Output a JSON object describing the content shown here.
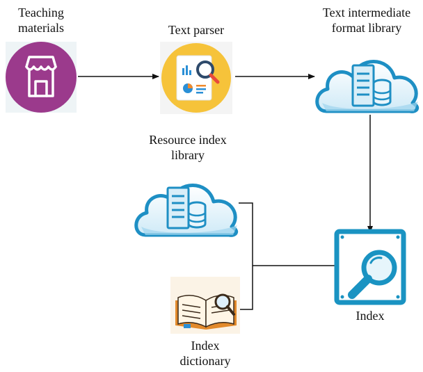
{
  "nodes": {
    "teaching_materials": {
      "line1": "Teaching",
      "line2": "materials",
      "icon": "storefront-icon",
      "color": "#9b3a8c"
    },
    "text_parser": {
      "line1": "Text parser",
      "icon": "document-search-icon",
      "color": "#f6c33a"
    },
    "text_intermediate_library": {
      "line1": "Text intermediate",
      "line2": "format library",
      "icon": "cloud-database-icon",
      "color": "#1e8fc4"
    },
    "resource_index_library": {
      "line1": "Resource index",
      "line2": "library",
      "icon": "cloud-database-icon",
      "color": "#1e8fc4"
    },
    "index": {
      "line1": "Index",
      "icon": "index-search-icon",
      "color": "#1a93c2"
    },
    "index_dictionary": {
      "line1": "Index",
      "line2": "dictionary",
      "icon": "book-search-icon",
      "color": "#e28a2b"
    }
  },
  "colors": {
    "arrow": "#111111",
    "text": "#111111"
  }
}
